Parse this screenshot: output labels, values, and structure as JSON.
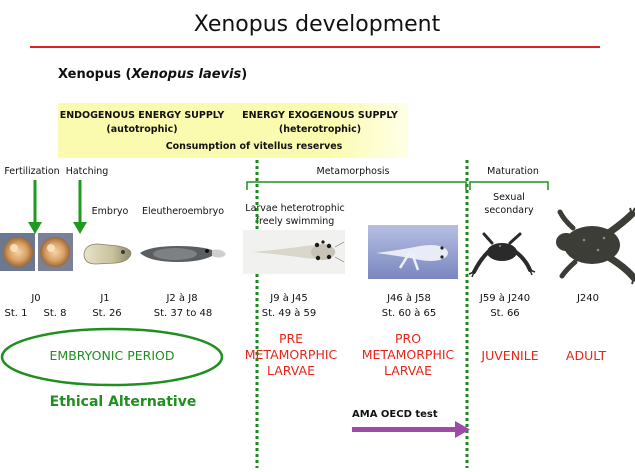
{
  "title": "Xenopus development",
  "species": {
    "common": "Xenopus",
    "scientific_open": "(",
    "scientific": "Xenopus laevis",
    "scientific_close": ")"
  },
  "energy": {
    "endogenous": "ENDOGENOUS ENERGY SUPPLY",
    "autotrophic": "(autotrophic)",
    "exogenous": "ENERGY EXOGENOUS SUPPLY",
    "heterotrophic": "(heterotrophic)",
    "vitellus": "Consumption of vitellus reserves"
  },
  "events": {
    "fertilization": "Fertilization",
    "hatching": "Hatching",
    "embryo": "Embryo",
    "eleutheroembryo": "Eleutheroembryo",
    "metamorphosis": "Metamorphosis",
    "maturation": "Maturation",
    "larvae_line1": "Larvae heterotrophic",
    "larvae_line2": "freely swimming",
    "sexual_line1": "Sexual",
    "sexual_line2": "secondary"
  },
  "days": [
    "J0",
    "J1",
    "J2 à J8",
    "J9 à J45",
    "J46 à J58",
    "J59 à J240",
    "J240"
  ],
  "stages": [
    "St. 1",
    "St. 8",
    "St. 26",
    "St. 37 to 48",
    "St. 49 à 59",
    "St. 60 à 65",
    "St. 66"
  ],
  "periods": {
    "embryonic": "EMBRYONIC PERIOD",
    "pre_line1": "PRE",
    "pre_line2": "METAMORPHIC",
    "pre_line3": "LARVAE",
    "pro_line1": "PRO",
    "pro_line2": "METAMORPHIC",
    "pro_line3": "LARVAE",
    "juvenile": "JUVENILE",
    "adult": "ADULT"
  },
  "ethical": "Ethical Alternative",
  "ama_test": "AMA OECD test",
  "colors": {
    "title_rule": "#e02020",
    "energy_box": "#fbfbb0",
    "arrow_green": "#1f9a1f",
    "dotted_green": "#1b8a1b",
    "ellipse_green": "#1f8f1f",
    "period_red": "#e8251a",
    "ama_arrow": "#a04aa8"
  },
  "icons": [
    "egg-image",
    "embryo-image",
    "tadpole-image",
    "froglet-image",
    "frog-image"
  ]
}
